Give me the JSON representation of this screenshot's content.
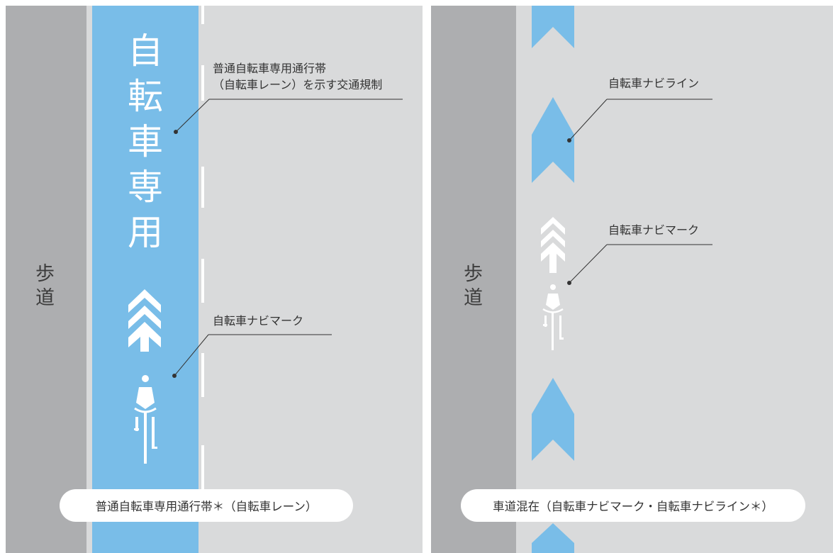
{
  "left_panel": {
    "sidewalk_label": [
      "歩",
      "道"
    ],
    "lane_text": [
      "自",
      "転",
      "車",
      "専",
      "用"
    ],
    "callout_lane_regulation": [
      "普通自転車専用通行帯",
      "（自転車レーン）を示す交通規制"
    ],
    "callout_navi_mark": "自転車ナビマーク",
    "caption": "普通自転車専用通行帯＊（自転車レーン）"
  },
  "right_panel": {
    "sidewalk_label": [
      "歩",
      "道"
    ],
    "callout_navi_line": "自転車ナビライン",
    "callout_navi_mark": "自転車ナビマーク",
    "caption": "車道混在（自転車ナビマーク・自転車ナビライン＊）"
  },
  "colors": {
    "road": "#d9dadb",
    "sidewalk": "#adaeb0",
    "bike_lane_blue": "#79bde8",
    "marking_white": "#ffffff"
  }
}
